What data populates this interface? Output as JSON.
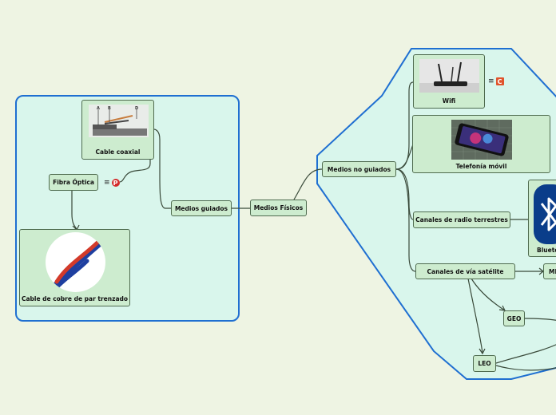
{
  "colors": {
    "background": "#eef4e3",
    "boundary_fill": "#d9f6ec",
    "boundary_stroke": "#1f6fd1",
    "node_fill": "#cdeccf",
    "node_border": "#4f6b4f",
    "connector": "#3a4a3a"
  },
  "root": {
    "label": "Medios Físicos"
  },
  "guided": {
    "label": "Medios guiados",
    "children": {
      "coaxial": {
        "label": "Cable coaxial",
        "image": "coaxial-cable-photo"
      },
      "fiber": {
        "label": "Fibra Óptica",
        "markers": [
          "note-icon",
          "pinterest-badge-icon"
        ]
      },
      "twisted": {
        "label": "Cable de cobre de par trenzado",
        "image": "twisted-pair-cable-photo"
      }
    }
  },
  "unguided": {
    "label": "Medios no guiados",
    "children": {
      "wifi": {
        "label": "Wifi",
        "image": "wifi-router-photo",
        "markers": [
          "note-icon",
          "c-badge-icon"
        ]
      },
      "mobile": {
        "label": "Telefonía móvil",
        "image": "smartphone-photo"
      },
      "radio": {
        "label": "Canales de radio terrestres"
      },
      "bluetooth": {
        "label": "Blueto",
        "image": "bluetooth-logo"
      },
      "satellite": {
        "label": "Canales de vía satélite",
        "children": {
          "meo": {
            "label": "ME"
          },
          "geo": {
            "label": "GEO"
          },
          "leo": {
            "label": "LEO"
          }
        }
      }
    }
  },
  "markers": {
    "note": "≡",
    "c_badge": "C",
    "pinterest": "P"
  }
}
